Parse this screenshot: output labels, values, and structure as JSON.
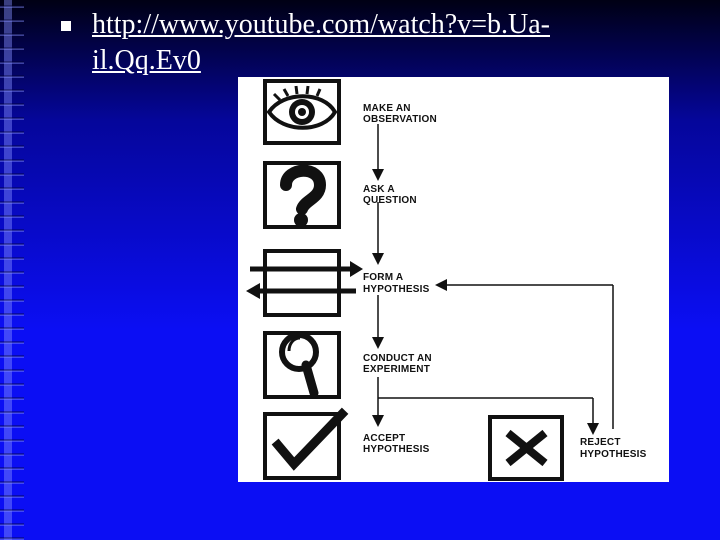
{
  "slide": {
    "link_line1": "http://www.youtube.com/watch?v=b.Ua-",
    "link_line2": "il.Qq.Ev0"
  },
  "diagram": {
    "steps": [
      {
        "id": "observation",
        "icon": "eye-icon",
        "label_line1": "MAKE AN",
        "label_line2": "OBSERVATION"
      },
      {
        "id": "question",
        "icon": "question-mark-icon",
        "label_line1": "ASK A",
        "label_line2": "QUESTION"
      },
      {
        "id": "hypothesis",
        "icon": "exchange-arrows-icon",
        "label_line1": "FORM A",
        "label_line2": "HYPOTHESIS"
      },
      {
        "id": "experiment",
        "icon": "magnifier-icon",
        "label_line1": "CONDUCT AN",
        "label_line2": "EXPERIMENT"
      },
      {
        "id": "accept",
        "icon": "checkmark-icon",
        "label_line1": "ACCEPT",
        "label_line2": "HYPOTHESIS"
      },
      {
        "id": "reject",
        "icon": "x-mark-icon",
        "label_line1": "REJECT",
        "label_line2": "HYPOTHESIS"
      }
    ]
  },
  "colors": {
    "slide_bg": "#0b0ef4",
    "text": "#ffffff",
    "diagram_ink": "#111111"
  }
}
